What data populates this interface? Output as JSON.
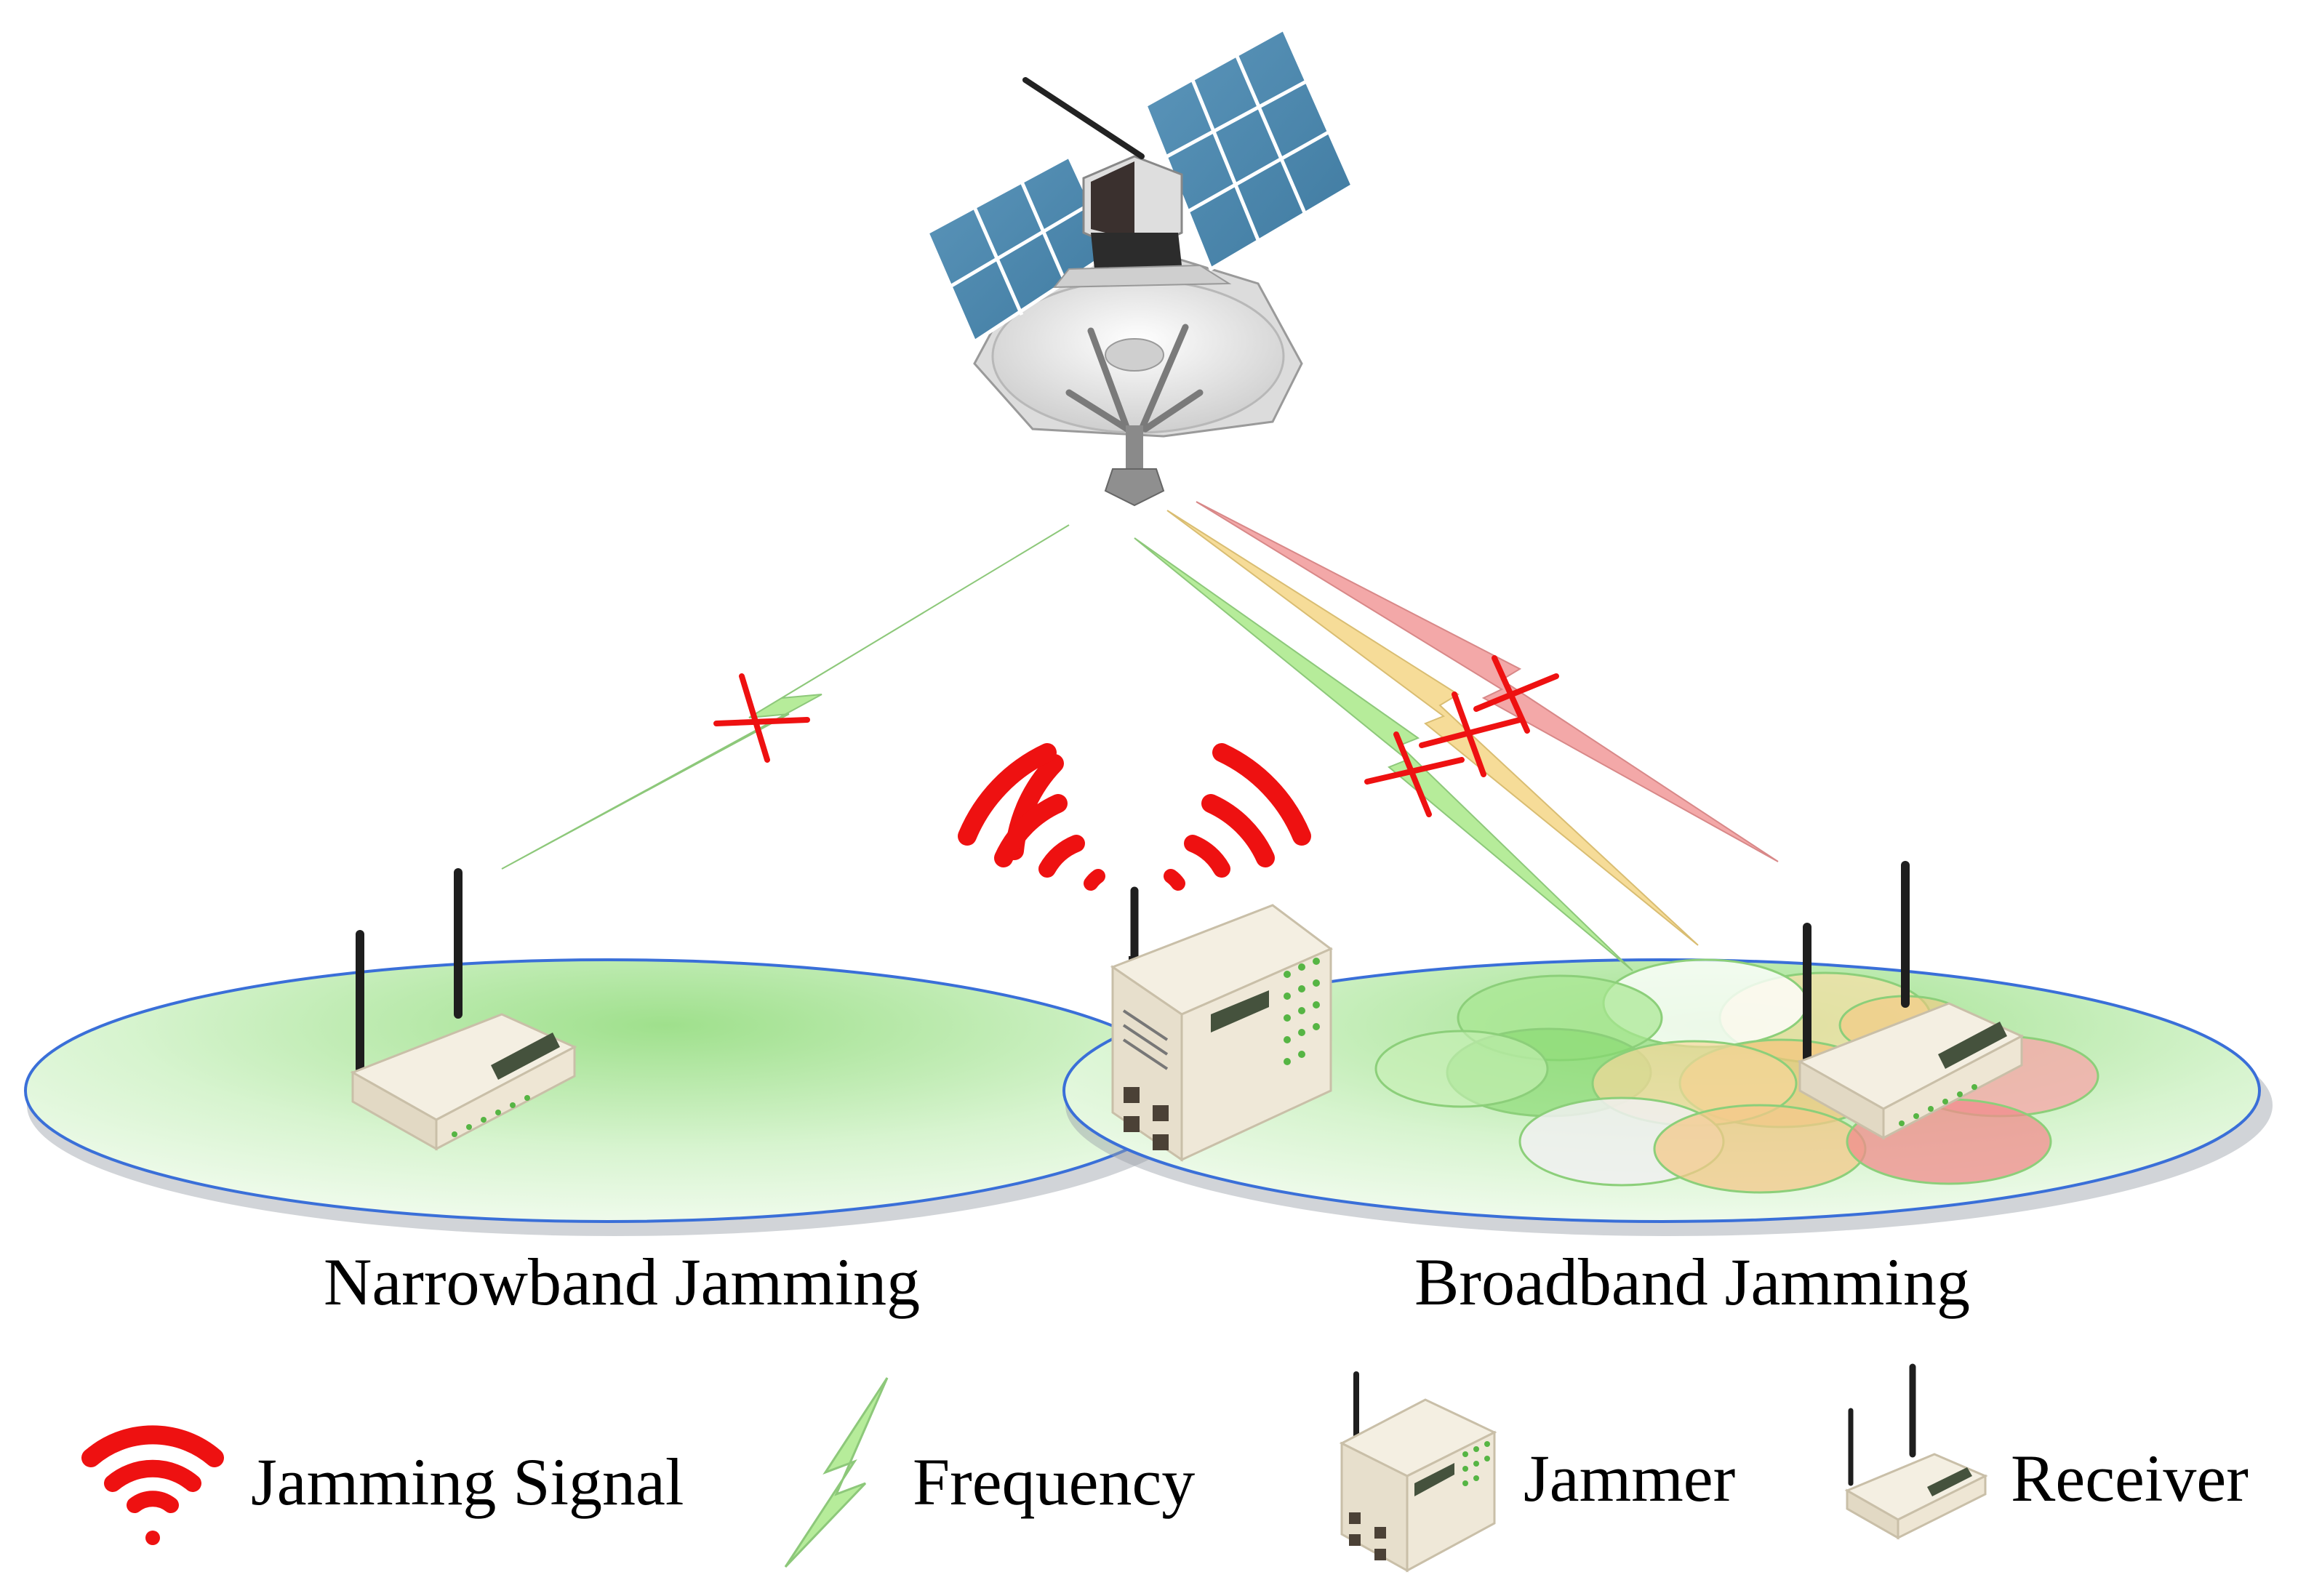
{
  "zones": {
    "narrowband": "Narrowband Jamming",
    "broadband": "Broadband Jamming"
  },
  "legend": {
    "jamming_signal": "Jamming Signal",
    "frequency": "Frequency",
    "jammer": "Jammer",
    "receiver": "Receiver"
  },
  "colors": {
    "zone_fill": "#c9f0bd",
    "zone_edge": "#3a6fd8",
    "jamming_red": "#ee1111",
    "freq_green": "#b6ec9a",
    "freq_yellow": "#f6dc98",
    "freq_red": "#f3a8a8",
    "solar_panel": "#4c88ad",
    "device_body": "#efe8d8"
  },
  "icons": [
    "satellite-icon",
    "jammer-icon",
    "receiver-icon",
    "jamming-signal-icon",
    "frequency-bolt-icon",
    "blocked-x-icon"
  ]
}
